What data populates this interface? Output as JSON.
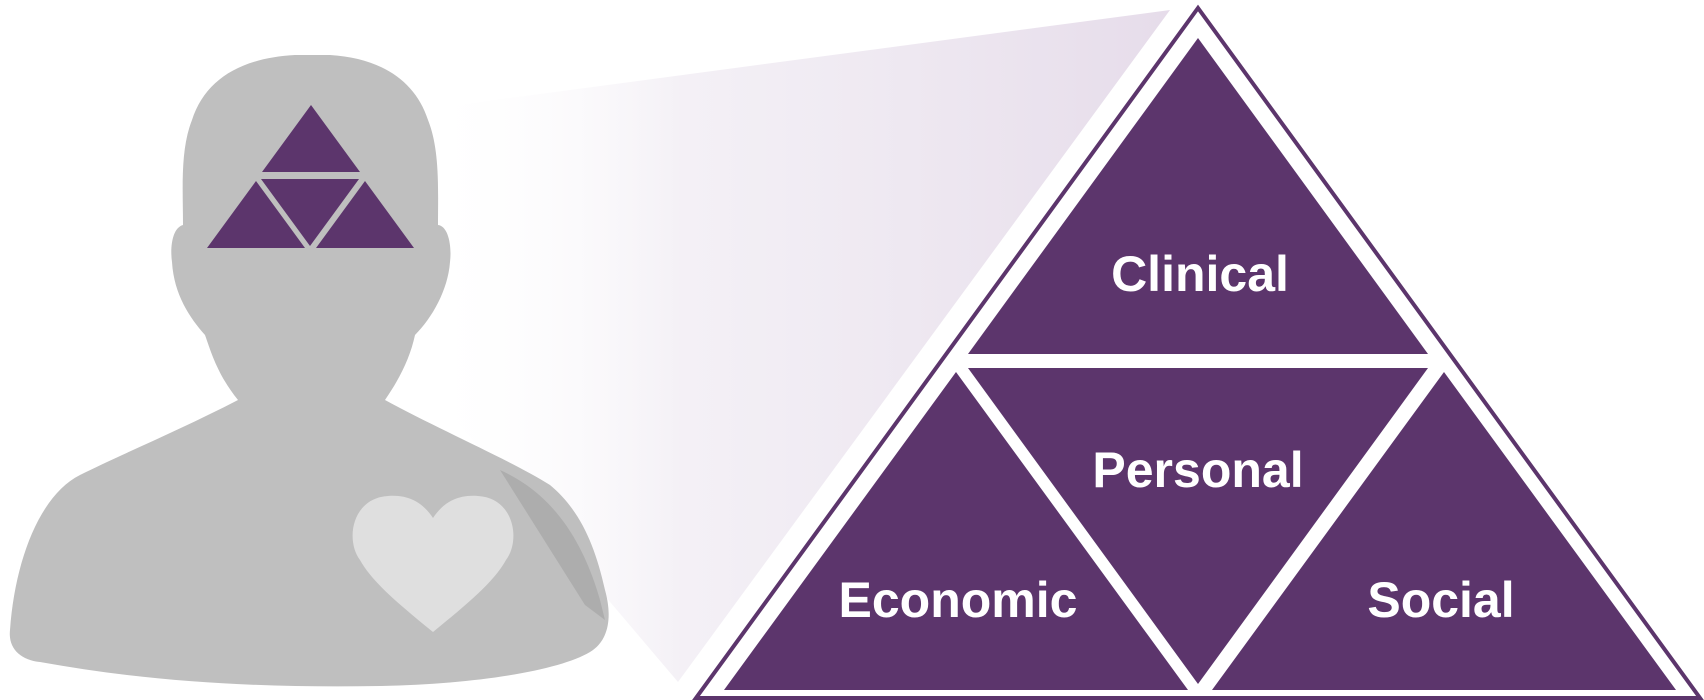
{
  "colors": {
    "purple": "#5c356c",
    "silhouette": "#bfbfbf",
    "heart": "#dfdfdf",
    "beam": "#e9e2ee",
    "background": "#ffffff"
  },
  "icons": {
    "person": "person-silhouette-icon",
    "heart": "heart-icon",
    "mini_pyramid": "mini-triangle-pyramid-icon"
  },
  "pyramid": {
    "top_label": "Clinical",
    "center_label": "Personal",
    "left_label": "Economic",
    "right_label": "Social"
  }
}
